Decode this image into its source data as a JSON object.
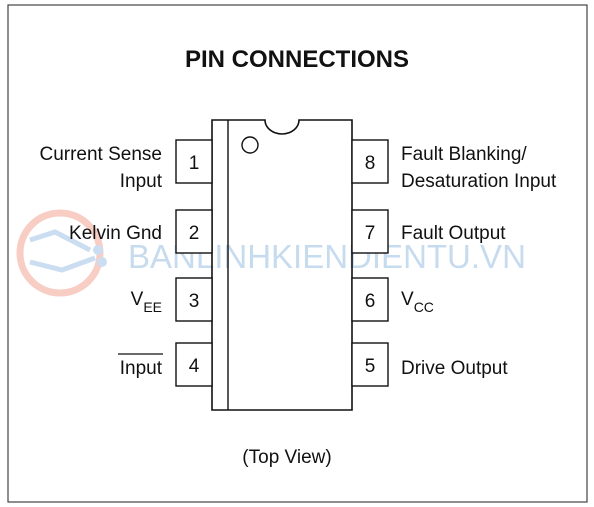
{
  "title": "PIN CONNECTIONS",
  "caption": "(Top View)",
  "watermark": "BANLINHKIENDIENTU.VN",
  "pins": [
    {
      "number": "1",
      "label_lines": [
        "Current Sense",
        "Input"
      ]
    },
    {
      "number": "2",
      "label_lines": [
        "Kelvin Gnd"
      ]
    },
    {
      "number": "3",
      "label_main": "V",
      "label_sub": "EE"
    },
    {
      "number": "4",
      "label_lines": [
        "Input"
      ],
      "overline": true
    },
    {
      "number": "5",
      "label_lines": [
        "Drive Output"
      ]
    },
    {
      "number": "6",
      "label_main": "V",
      "label_sub": "CC"
    },
    {
      "number": "7",
      "label_lines": [
        "Fault Output"
      ]
    },
    {
      "number": "8",
      "label_lines": [
        "Fault Blanking/",
        "Desaturation Input"
      ]
    }
  ],
  "colors": {
    "line": "#111111",
    "watermark": "#c7dbef",
    "logo_accent": "#f2a595"
  }
}
